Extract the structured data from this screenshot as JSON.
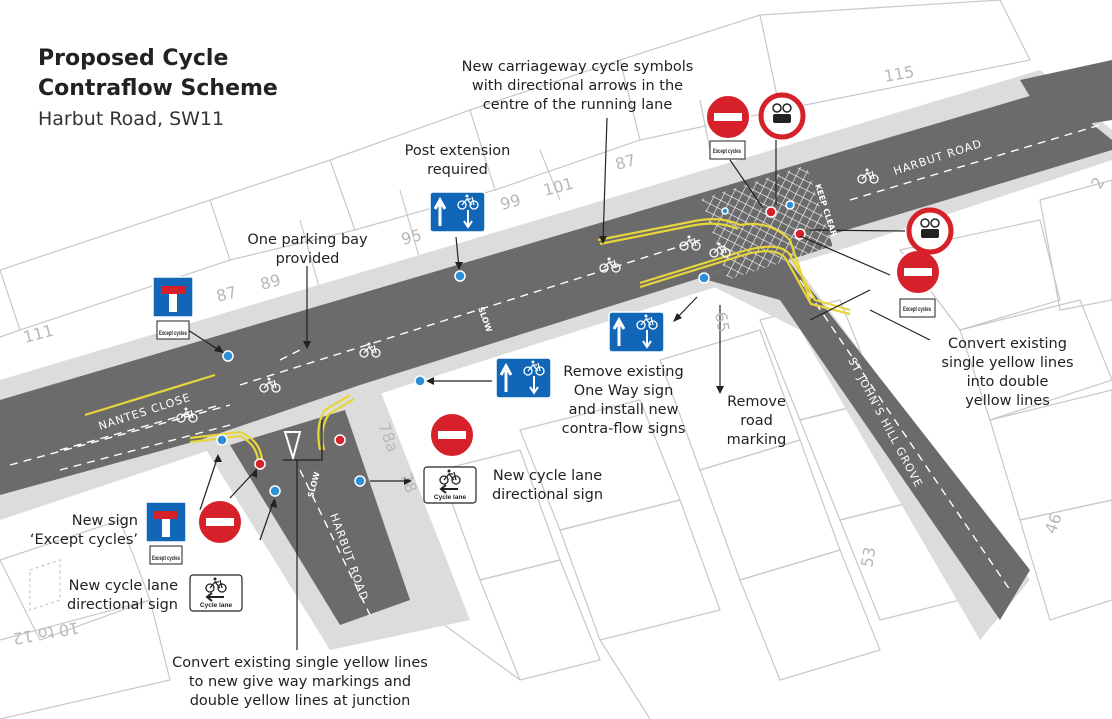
{
  "title": "Proposed Cycle\nContraflow Scheme",
  "subtitle": "Harbut Road, SW11",
  "annotations": {
    "carriageway_symbols": "New carriageway cycle symbols\nwith directional arrows in the\ncentre of the running lane",
    "post_extension": "Post extension\nrequired",
    "parking_bay": "One parking bay\nprovided",
    "remove_one_way": "Remove existing\nOne Way sign\nand install new\ncontra-flow signs",
    "remove_marking": "Remove\nroad\nmarking",
    "convert_double_yellow": "Convert existing\nsingle yellow lines\ninto double\nyellow lines",
    "new_cycle_lane_sign_right": "New cycle lane\ndirectional sign",
    "new_sign_except": "New sign\n‘Except cycles’",
    "new_cycle_lane_sign_left": "New cycle lane\ndirectional sign",
    "convert_give_way": "Convert existing single yellow lines\nto new give way markings and\ndouble yellow lines at junction"
  },
  "road_names": {
    "harbut_top": "HARBUT ROAD",
    "harbut_bottom": "HARBUT ROAD",
    "nantes_close": "NANTES CLOSE",
    "st_johns": "ST JOHN'S HILL GROVE"
  },
  "road_markings": {
    "slow": "SLOW",
    "keep_clear": "KEEP CLEAR"
  },
  "house_numbers": [
    "115",
    "87",
    "99",
    "101",
    "95",
    "87",
    "89",
    "111",
    "65",
    "78a",
    "78",
    "53",
    "46",
    "2",
    "10 to 12"
  ],
  "sign_texts": {
    "except_cycles": "Except cycles",
    "cycle_lane": "Cycle lane"
  },
  "colors": {
    "road": "#6b6b6b",
    "pavement": "#dcdcdc",
    "building_outline": "#c8c8c8",
    "yellow_line": "#e8d53c",
    "sign_blue": "#1166b8",
    "sign_red": "#d6202a",
    "dot_blue": "#2d8fd6",
    "dot_red": "#d6202a"
  }
}
